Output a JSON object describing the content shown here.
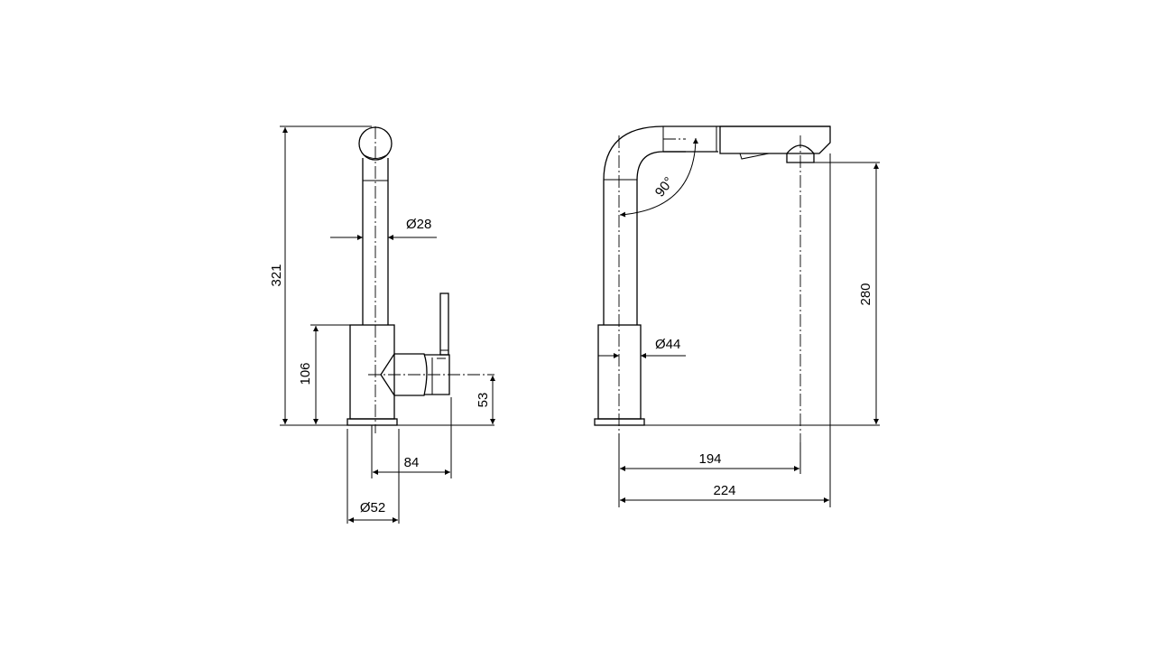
{
  "side_view": {
    "height_overall": "321",
    "body_height": "106",
    "lever_axis_height": "53",
    "spout_tube_diameter": "Ø28",
    "lever_reach": "84",
    "base_diameter": "Ø52"
  },
  "front_view": {
    "spout_height": "280",
    "body_diameter": "Ø44",
    "swivel_angle": "90°",
    "outlet_reach": "194",
    "overall_reach": "224"
  }
}
